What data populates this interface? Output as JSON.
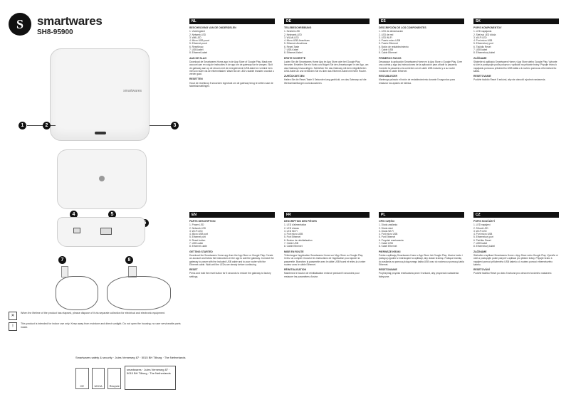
{
  "brand": {
    "logo_letter": "S",
    "name": "smartwares",
    "model": "SH8-95900"
  },
  "illustration": {
    "callouts": [
      "1",
      "2",
      "3",
      "4",
      "5",
      "6",
      "7",
      "8"
    ],
    "device_label": "smartwares"
  },
  "notes": [
    {
      "icon": "weee-bin-icon",
      "text": "When the lifetime of the product has elapsed, please dispose of it via separate collection for electrical and electronic equipment."
    },
    {
      "icon": "warning-icon",
      "text": "This product is intended for indoor use only. Keep away from moisture and direct sunlight. Do not open the housing; no user serviceable parts inside."
    }
  ],
  "legal": "Smartwares safety & security · Jules Verneweg 87 · 5015 BH Tilburg · The Netherlands",
  "address_box": "smartwares · Jules Verneweg 87 · 5015 BH Tilburg · The Netherlands",
  "marks": [
    "CE",
    "UKCA",
    "Recycle"
  ],
  "columns": [
    {
      "lang": "NL",
      "s1": "Beschrijving van de onderdelen",
      "items": [
        "1. Voedingsled",
        "2. Netwerk LED",
        "3. Wifi-LED",
        "4. Micro USB-poort",
        "5. Ethernet-poort",
        "6. Resetknop",
        "7. USB-kabel",
        "8. Ethernet-kabel"
      ],
      "s2": "Aan de slag",
      "p": "Download de Smartwares Home-app in de App Store of Google Play. Maak een account aan en volg de instructies in de app om de gateway toe te voegen. Sluit de gateway aan op de stroom met de meegeleverde USB-kabel en verbind hem met uw router via de ethernetkabel. Wacht tot de LED's stabiel branden voordat u verder gaat.",
      "s3": "Resetten",
      "p2": "Houd de resetknop 5 seconden ingedrukt om de gateway terug te zetten naar de fabrieksinstellingen."
    },
    {
      "lang": "DE",
      "s1": "Teilebeschreibung",
      "items": [
        "1. Netzteil-LED",
        "2. Netzwerk-LED",
        "3. WLAN-LED",
        "4. Micro-USB-Anschluss",
        "5. Ethernet-Anschluss",
        "6. Reset-Taste",
        "7. USB-Kabel",
        "8. Ethernet-Kabel"
      ],
      "s2": "Erste Schritte",
      "p": "Laden Sie die Smartwares Home App im App Store oder bei Google Play herunter. Erstellen Sie ein Konto und folgen Sie den Anweisungen in der App, um das Gateway hinzuzufügen. Schließen Sie das Gateway mit dem mitgelieferten USB-Kabel an und verbinden Sie es über das Ethernet-Kabel mit Ihrem Router.",
      "s3": "Zurücksetzen",
      "p2": "Halten Sie die Reset-Taste 5 Sekunden lang gedrückt, um das Gateway auf die Werkseinstellungen zurückzusetzen."
    },
    {
      "lang": "ES",
      "s1": "Descripción de los componentes",
      "items": [
        "1. LED de alimentación",
        "2. LED de red",
        "3. LED Wi-Fi",
        "4. Puerto micro USB",
        "5. Puerto Ethernet",
        "6. Botón de restablecimiento",
        "7. Cable USB",
        "8. Cable Ethernet"
      ],
      "s2": "Primeros pasos",
      "p": "Descargue la aplicación Smartwares Home en la App Store o Google Play. Cree una cuenta y siga las instrucciones de la aplicación para añadir la pasarela. Conecte la pasarela a la corriente con el cable USB incluido y a su router mediante el cable Ethernet.",
      "s3": "Restablecer",
      "p2": "Mantenga pulsado el botón de restablecimiento durante 5 segundos para restaurar los ajustes de fábrica."
    },
    {
      "lang": "SK",
      "s1": "Popis komponentov",
      "items": [
        "1. LED napájania",
        "2. Sieťová LED dióda",
        "3. Wi-Fi LED",
        "4. Port micro USB",
        "5. Ethernetový port",
        "6. Tlačidlo Reset",
        "7. USB kábel",
        "8. Ethernetový kábel"
      ],
      "s2": "Začíname",
      "p": "Stiahnite si aplikáciu Smartwares Home z App Store alebo Google Play. Vytvorte si účet a postupujte podľa pokynov v aplikácii na pridanie brány. Pripojte bránu k napájaniu pomocou priloženého USB kábla a k routeru pomocou ethernetového kábla.",
      "s3": "Resetovanie",
      "p2": "Podržte tlačidlo Reset 5 sekúnd, aby ste obnovili výrobné nastavenia."
    },
    {
      "lang": "EN",
      "s1": "Parts description",
      "items": [
        "1. Power LED",
        "2. Network LED",
        "3. Wi-Fi LED",
        "4. Micro USB port",
        "5. Ethernet port",
        "6. Reset button",
        "7. USB cable",
        "8. Ethernet cable"
      ],
      "s2": "Getting started",
      "p": "Download the Smartwares Home app from the App Store or Google Play. Create an account and follow the instructions in the app to add the gateway. Connect the gateway to power with the included USB cable and to your router with the Ethernet cable. Wait until the LEDs are steady before continuing.",
      "s3": "Reset",
      "p2": "Press and hold the reset button for 5 seconds to restore the gateway to factory settings."
    },
    {
      "lang": "FR",
      "s1": "Description des pièces",
      "items": [
        "1. LED d'alimentation",
        "2. LED réseau",
        "3. LED Wi-Fi",
        "4. Port micro USB",
        "5. Port Ethernet",
        "6. Bouton de réinitialisation",
        "7. Câble USB",
        "8. Câble Ethernet"
      ],
      "s2": "Mise en route",
      "p": "Téléchargez l'application Smartwares Home sur l'App Store ou Google Play. Créez un compte et suivez les instructions de l'application pour ajouter la passerelle. Branchez la passerelle avec le câble USB fourni et reliez-la à votre routeur avec le câble Ethernet.",
      "s3": "Réinitialisation",
      "p2": "Maintenez le bouton de réinitialisation enfoncé pendant 5 secondes pour restaurer les paramètres d'usine."
    },
    {
      "lang": "PL",
      "s1": "Opis części",
      "items": [
        "1. Dioda zasilania",
        "2. Dioda sieci",
        "3. Dioda Wi-Fi",
        "4. Port micro USB",
        "5. Port Ethernet",
        "6. Przycisk resetowania",
        "7. Kabel USB",
        "8. Kabel Ethernet"
      ],
      "s2": "Pierwsze kroki",
      "p": "Pobierz aplikację Smartwares Home z App Store lub Google Play. Utwórz konto i postępuj zgodnie z instrukcjami w aplikacji, aby dodać bramkę. Podłącz bramkę do zasilania za pomocą dołączonego kabla USB oraz do routera za pomocą kabla Ethernet.",
      "s3": "Resetowanie",
      "p2": "Przytrzymaj przycisk resetowania przez 5 sekund, aby przywrócić ustawienia fabryczne."
    },
    {
      "lang": "CZ",
      "s1": "Popis součástí",
      "items": [
        "1. LED napájení",
        "2. Síťová LED",
        "3. Wi-Fi LED",
        "4. Port micro USB",
        "5. Ethernetový port",
        "6. Tlačítko Reset",
        "7. USB kabel",
        "8. Ethernetový kabel"
      ],
      "s2": "Začínáme",
      "p": "Stáhněte si aplikaci Smartwares Home z App Store nebo Google Play. Vytvořte si účet a postupujte podle pokynů v aplikaci pro přidání brány. Připojte bránu k napájení pomocí přiloženého USB kabelu a k routeru pomocí ethernetového kabelu.",
      "s3": "Resetování",
      "p2": "Podržte tlačítko Reset po dobu 5 sekund pro obnovení továrního nastavení."
    }
  ]
}
